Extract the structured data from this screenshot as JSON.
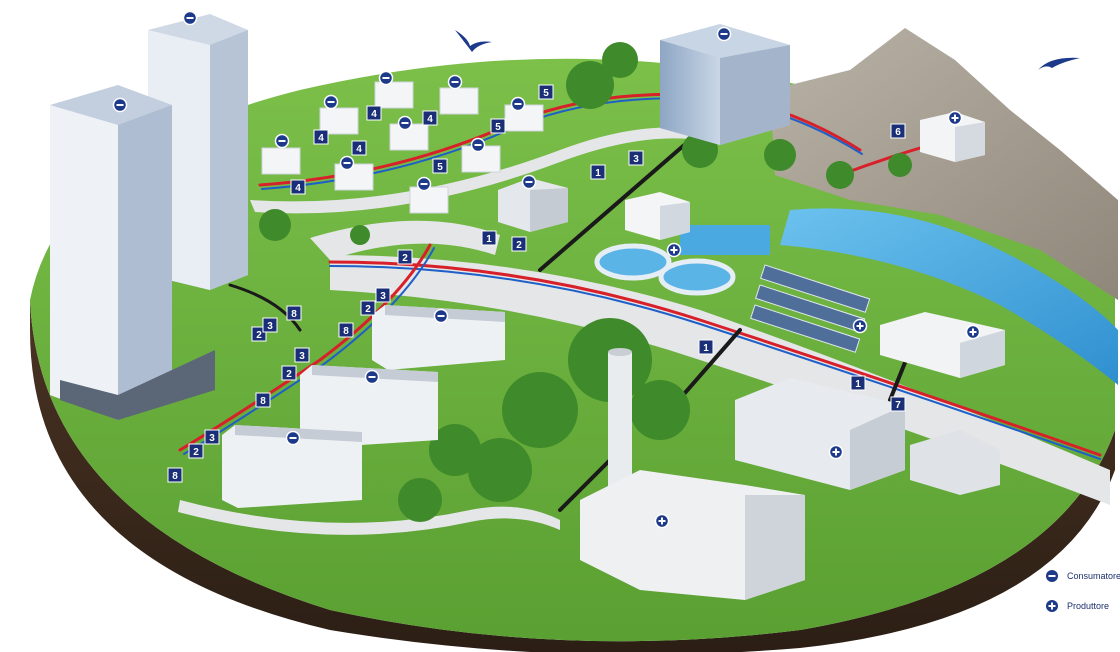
{
  "legend": {
    "consumer_label": "Consumatore",
    "producer_label": "Produttore"
  },
  "colors": {
    "marker_fill": "#1d3a8a",
    "badge_fill": "#1a2f78",
    "pipe_hot": "#d8202a",
    "pipe_cold": "#1e5fc8",
    "pipe_underground": "#1a1a1a",
    "grass": "#6fb33e",
    "soil": "#3a2a1c",
    "water": "#4aa9e0"
  },
  "buildings": [
    {
      "name": "tower-left",
      "role": "consumer"
    },
    {
      "name": "tower-back",
      "role": "consumer"
    },
    {
      "name": "office-block",
      "role": "consumer"
    },
    {
      "name": "mountain-house",
      "role": "producer"
    },
    {
      "name": "water-treatment",
      "role": "producer"
    },
    {
      "name": "solar-station",
      "role": "producer"
    },
    {
      "name": "riverside-plant",
      "role": "producer"
    },
    {
      "name": "factory",
      "role": "producer"
    },
    {
      "name": "incinerator",
      "role": "producer"
    },
    {
      "name": "substation",
      "role": "consumer"
    },
    {
      "name": "apartment-block-1",
      "role": "consumer"
    },
    {
      "name": "apartment-block-2",
      "role": "consumer"
    },
    {
      "name": "apartment-block-3",
      "role": "consumer"
    },
    {
      "name": "villa",
      "role": "consumer"
    }
  ],
  "network_labels": [
    "1",
    "2",
    "3",
    "4",
    "5",
    "6",
    "7",
    "8"
  ],
  "badges": [
    {
      "label": "1"
    },
    {
      "label": "1"
    },
    {
      "label": "1"
    },
    {
      "label": "1"
    },
    {
      "label": "2"
    },
    {
      "label": "2"
    },
    {
      "label": "2"
    },
    {
      "label": "2"
    },
    {
      "label": "2"
    },
    {
      "label": "2"
    },
    {
      "label": "3"
    },
    {
      "label": "3"
    },
    {
      "label": "3"
    },
    {
      "label": "3"
    },
    {
      "label": "3"
    },
    {
      "label": "4"
    },
    {
      "label": "4"
    },
    {
      "label": "4"
    },
    {
      "label": "4"
    },
    {
      "label": "4"
    },
    {
      "label": "5"
    },
    {
      "label": "5"
    },
    {
      "label": "5"
    },
    {
      "label": "6"
    },
    {
      "label": "7"
    },
    {
      "label": "8"
    },
    {
      "label": "8"
    },
    {
      "label": "8"
    },
    {
      "label": "8"
    }
  ]
}
